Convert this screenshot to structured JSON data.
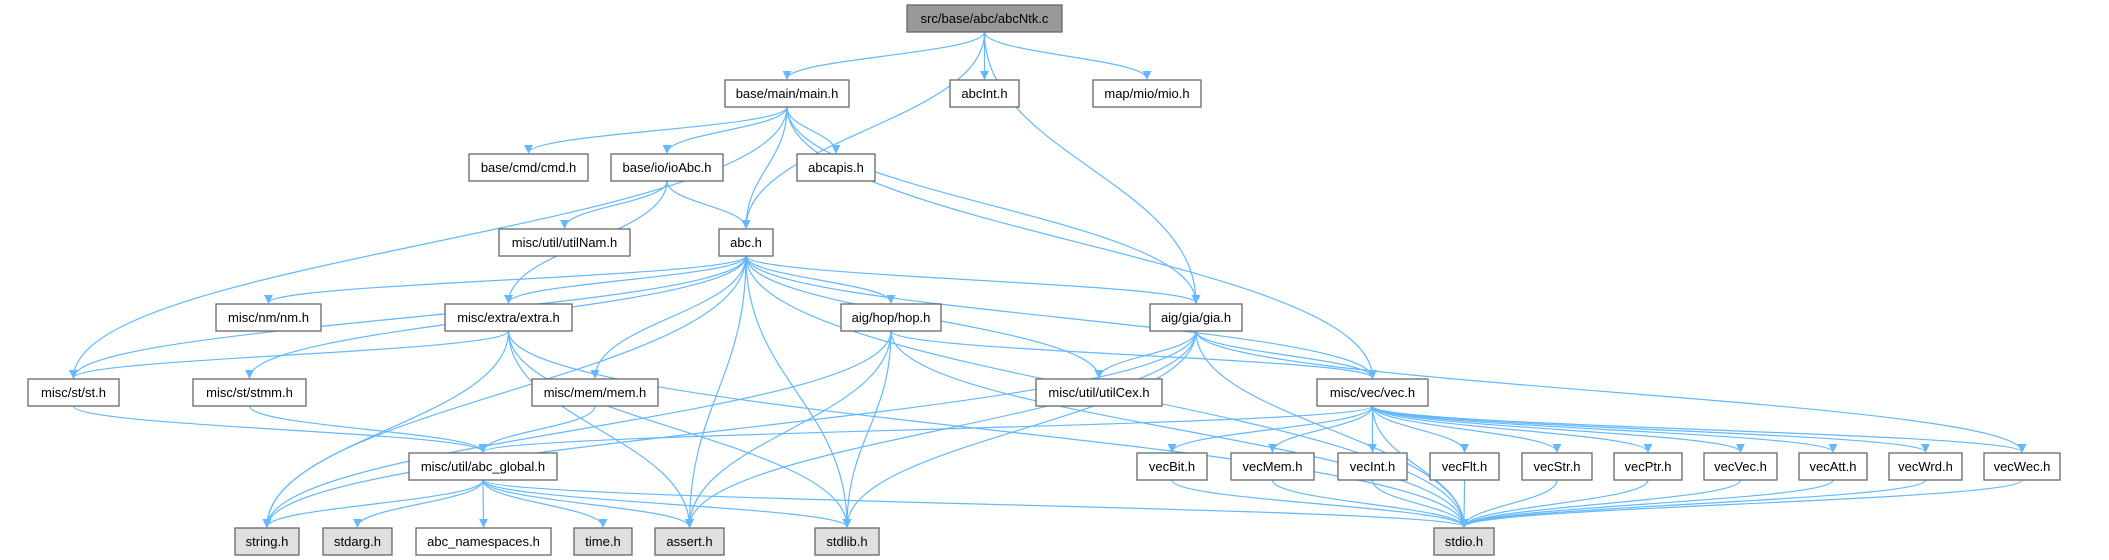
{
  "title": "src/base/abc/abcNtk.c",
  "colors": {
    "edge": "#63b8ff",
    "root_fill": "#999999",
    "system_header_fill": "#e0e0e0",
    "node_fill": "#ffffff",
    "node_border": "#666666"
  },
  "nodes": {
    "abcNtk": {
      "label": "src/base/abc/abcNtk.c",
      "kind": "root"
    },
    "main": {
      "label": "base/main/main.h",
      "kind": "local"
    },
    "abcInt": {
      "label": "abcInt.h",
      "kind": "local"
    },
    "mio": {
      "label": "map/mio/mio.h",
      "kind": "local"
    },
    "cmd": {
      "label": "base/cmd/cmd.h",
      "kind": "local"
    },
    "ioAbc": {
      "label": "base/io/ioAbc.h",
      "kind": "local"
    },
    "abcapis": {
      "label": "abcapis.h",
      "kind": "local"
    },
    "utilNam": {
      "label": "misc/util/utilNam.h",
      "kind": "local"
    },
    "abc": {
      "label": "abc.h",
      "kind": "local"
    },
    "nm": {
      "label": "misc/nm/nm.h",
      "kind": "local"
    },
    "extra": {
      "label": "misc/extra/extra.h",
      "kind": "local"
    },
    "hop": {
      "label": "aig/hop/hop.h",
      "kind": "local"
    },
    "gia": {
      "label": "aig/gia/gia.h",
      "kind": "local"
    },
    "st": {
      "label": "misc/st/st.h",
      "kind": "local"
    },
    "stmm": {
      "label": "misc/st/stmm.h",
      "kind": "local"
    },
    "mem": {
      "label": "misc/mem/mem.h",
      "kind": "local"
    },
    "utilCex": {
      "label": "misc/util/utilCex.h",
      "kind": "local"
    },
    "vec": {
      "label": "misc/vec/vec.h",
      "kind": "local"
    },
    "abc_global": {
      "label": "misc/util/abc_global.h",
      "kind": "local"
    },
    "vecBit": {
      "label": "vecBit.h",
      "kind": "local"
    },
    "vecMem": {
      "label": "vecMem.h",
      "kind": "local"
    },
    "vecInt": {
      "label": "vecInt.h",
      "kind": "local"
    },
    "vecFlt": {
      "label": "vecFlt.h",
      "kind": "local"
    },
    "vecStr": {
      "label": "vecStr.h",
      "kind": "local"
    },
    "vecPtr": {
      "label": "vecPtr.h",
      "kind": "local"
    },
    "vecVec": {
      "label": "vecVec.h",
      "kind": "local"
    },
    "vecAtt": {
      "label": "vecAtt.h",
      "kind": "local"
    },
    "vecWrd": {
      "label": "vecWrd.h",
      "kind": "local"
    },
    "vecWec": {
      "label": "vecWec.h",
      "kind": "local"
    },
    "string": {
      "label": "string.h",
      "kind": "system"
    },
    "stdarg": {
      "label": "stdarg.h",
      "kind": "system"
    },
    "abc_namespaces": {
      "label": "abc_namespaces.h",
      "kind": "local"
    },
    "time": {
      "label": "time.h",
      "kind": "system"
    },
    "assert": {
      "label": "assert.h",
      "kind": "system"
    },
    "stdlib": {
      "label": "stdlib.h",
      "kind": "system"
    },
    "stdio": {
      "label": "stdio.h",
      "kind": "system"
    }
  },
  "edges": [
    [
      "abcNtk",
      "main"
    ],
    [
      "abcNtk",
      "abc"
    ],
    [
      "abcNtk",
      "abcInt"
    ],
    [
      "abcNtk",
      "gia"
    ],
    [
      "abcNtk",
      "mio"
    ],
    [
      "main",
      "st"
    ],
    [
      "main",
      "cmd"
    ],
    [
      "main",
      "ioAbc"
    ],
    [
      "main",
      "abc"
    ],
    [
      "main",
      "abcapis"
    ],
    [
      "main",
      "gia"
    ],
    [
      "main",
      "vec"
    ],
    [
      "ioAbc",
      "utilNam"
    ],
    [
      "ioAbc",
      "abc"
    ],
    [
      "ioAbc",
      "extra"
    ],
    [
      "abc",
      "string"
    ],
    [
      "abc",
      "nm"
    ],
    [
      "abc",
      "extra"
    ],
    [
      "abc",
      "st"
    ],
    [
      "abc",
      "stmm"
    ],
    [
      "abc",
      "mem"
    ],
    [
      "abc",
      "hop"
    ],
    [
      "abc",
      "assert"
    ],
    [
      "abc",
      "stdlib"
    ],
    [
      "abc",
      "stdio"
    ],
    [
      "abc",
      "gia"
    ],
    [
      "abc",
      "utilCex"
    ],
    [
      "abc",
      "vec"
    ],
    [
      "extra",
      "st"
    ],
    [
      "extra",
      "string"
    ],
    [
      "extra",
      "assert"
    ],
    [
      "extra",
      "stdlib"
    ],
    [
      "extra",
      "stdio"
    ],
    [
      "hop",
      "string"
    ],
    [
      "hop",
      "vec"
    ],
    [
      "hop",
      "assert"
    ],
    [
      "hop",
      "stdlib"
    ],
    [
      "hop",
      "stdio"
    ],
    [
      "gia",
      "string"
    ],
    [
      "gia",
      "utilCex"
    ],
    [
      "gia",
      "vec"
    ],
    [
      "gia",
      "assert"
    ],
    [
      "gia",
      "stdlib"
    ],
    [
      "gia",
      "stdio"
    ],
    [
      "gia",
      "vecWec"
    ],
    [
      "st",
      "abc_global"
    ],
    [
      "stmm",
      "abc_global"
    ],
    [
      "mem",
      "abc_global"
    ],
    [
      "vec",
      "abc_global"
    ],
    [
      "vec",
      "vecBit"
    ],
    [
      "vec",
      "vecMem"
    ],
    [
      "vec",
      "vecInt"
    ],
    [
      "vec",
      "vecFlt"
    ],
    [
      "vec",
      "vecStr"
    ],
    [
      "vec",
      "vecPtr"
    ],
    [
      "vec",
      "vecVec"
    ],
    [
      "vec",
      "vecAtt"
    ],
    [
      "vec",
      "vecWrd"
    ],
    [
      "vec",
      "vecWec"
    ],
    [
      "vec",
      "stdio"
    ],
    [
      "abc_global",
      "string"
    ],
    [
      "abc_global",
      "stdarg"
    ],
    [
      "abc_global",
      "abc_namespaces"
    ],
    [
      "abc_global",
      "time"
    ],
    [
      "abc_global",
      "assert"
    ],
    [
      "abc_global",
      "stdlib"
    ],
    [
      "abc_global",
      "stdio"
    ],
    [
      "vecBit",
      "stdio"
    ],
    [
      "vecMem",
      "stdio"
    ],
    [
      "vecInt",
      "stdio"
    ],
    [
      "vecFlt",
      "stdio"
    ],
    [
      "vecStr",
      "stdio"
    ],
    [
      "vecPtr",
      "stdio"
    ],
    [
      "vecVec",
      "stdio"
    ],
    [
      "vecAtt",
      "stdio"
    ],
    [
      "vecWrd",
      "stdio"
    ],
    [
      "vecWec",
      "stdio"
    ]
  ]
}
